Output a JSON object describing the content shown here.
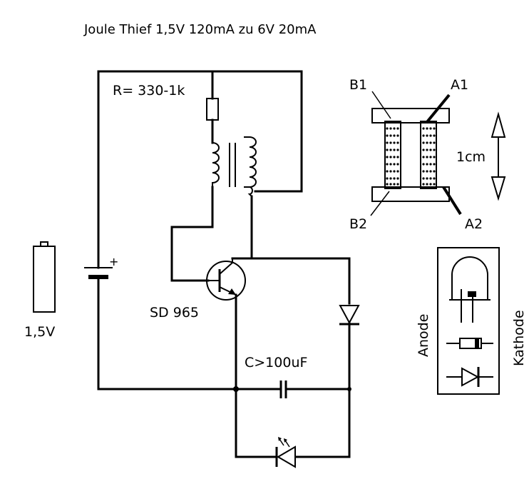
{
  "title": "Joule Thief 1,5V 120mA zu 6V 20mA",
  "resistor": {
    "label": "R= 330-1k"
  },
  "battery": {
    "label": "1,5V",
    "plus": "+"
  },
  "transistor": {
    "label": "SD 965"
  },
  "capacitor": {
    "label": "C>100uF"
  },
  "ferrite_core": {
    "labels": [
      "B1",
      "A1",
      "B2",
      "A2"
    ],
    "scale": "1cm"
  },
  "led_legend": {
    "left_label": "Anode",
    "right_label": "Kathode"
  }
}
